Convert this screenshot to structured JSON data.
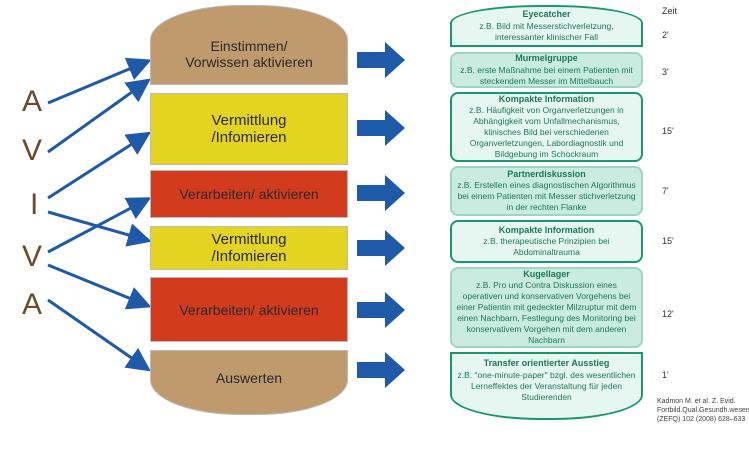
{
  "left_blocks": [
    "Einstimmen/\nVorwissen aktivieren",
    "Vermittlung\n/Infomieren",
    "Verarbeiten/ aktivieren",
    "Vermittlung\n/Infomieren",
    "Verarbeiten/ aktivieren",
    "Auswerten"
  ],
  "letters": [
    "A",
    "V",
    "I",
    "V",
    "A"
  ],
  "time_header": "Zeit",
  "right_blocks": [
    {
      "title": "Eyecatcher",
      "text": "z.B. Bild mit Messerstichverletzung, interessanter klinischer Fall",
      "time": "2'"
    },
    {
      "title": "Murmelgruppe",
      "text": "z.B. erste Maßnahme bei einem Patienten mit steckendem Messer im Mittelbauch",
      "time": "3'"
    },
    {
      "title": "Kompakte Information",
      "text": "z.B. Häufigkeit von Organverletzungen in Abhängigkeit vom Unfallmechanismus, klinisches Bild bei verschiedenen Organverletzungen, Labordiagnostik und Bildgebung im Schockraum",
      "time": "15'"
    },
    {
      "title": "Partnerdiskussion",
      "text": "z.B. Erstellen eines diagnostischen Algorithmus bei einem Patienten mit Messer stichverletzung in der rechten Flanke",
      "time": "7'"
    },
    {
      "title": "Kompakte Information",
      "text": "z.B. therapeutische Prinzipien bei Abdominaltrauma",
      "time": "15'"
    },
    {
      "title": "Kugellager",
      "text": "z.B. Pro und Contra Diskussion eines operativen und konservativen Vorgehens bei einer Patientin mit gedeckter Milzruptur mit dem einen Nachbarn, Festlegung des Monitoring bei konservativem Vorgehen mit dem anderen Nachbarn",
      "time": "12'"
    },
    {
      "title": "Transfer orientierter Ausstieg",
      "text": "z.B. \"one-minute-paper\" bzgl. des wesentlichen Lerneffektes der Veranstaltung für jeden Studierenden",
      "time": "1'"
    }
  ],
  "citation": "Kadmon M. et al. Z. Evid. Fortbild.Qual.Gesundh.wesen (ZEFQ) 102 (2008) 628–633"
}
